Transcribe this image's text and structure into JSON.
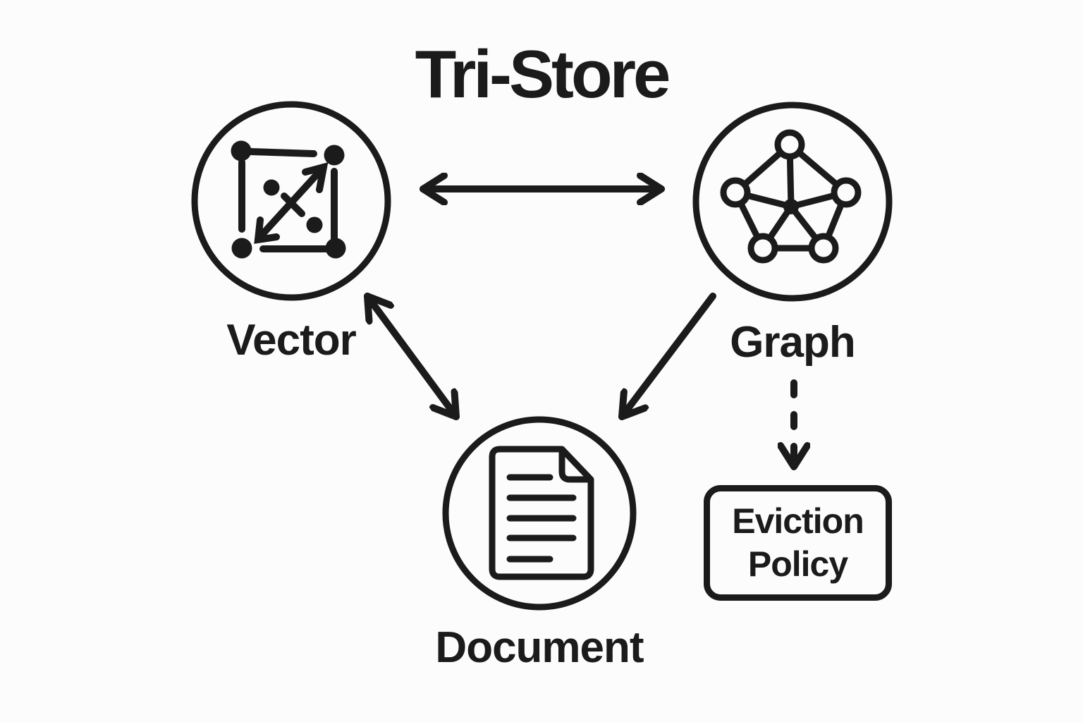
{
  "title": "Tri-Store",
  "nodes": {
    "vector": {
      "label": "Vector",
      "icon": "vector-scatter-icon"
    },
    "graph": {
      "label": "Graph",
      "icon": "network-graph-icon"
    },
    "document": {
      "label": "Document",
      "icon": "document-page-icon"
    }
  },
  "eviction": {
    "label": "Eviction Policy"
  },
  "edges": [
    {
      "from": "Vector",
      "to": "Graph",
      "style": "solid",
      "direction": "bidirectional"
    },
    {
      "from": "Vector",
      "to": "Document",
      "style": "solid",
      "direction": "bidirectional"
    },
    {
      "from": "Graph",
      "to": "Document",
      "style": "solid",
      "direction": "one-way"
    },
    {
      "from": "Graph",
      "to": "Eviction Policy",
      "style": "dashed",
      "direction": "one-way"
    }
  ],
  "colors": {
    "ink": "#1b1b1b",
    "background": "#fcfcfc"
  }
}
